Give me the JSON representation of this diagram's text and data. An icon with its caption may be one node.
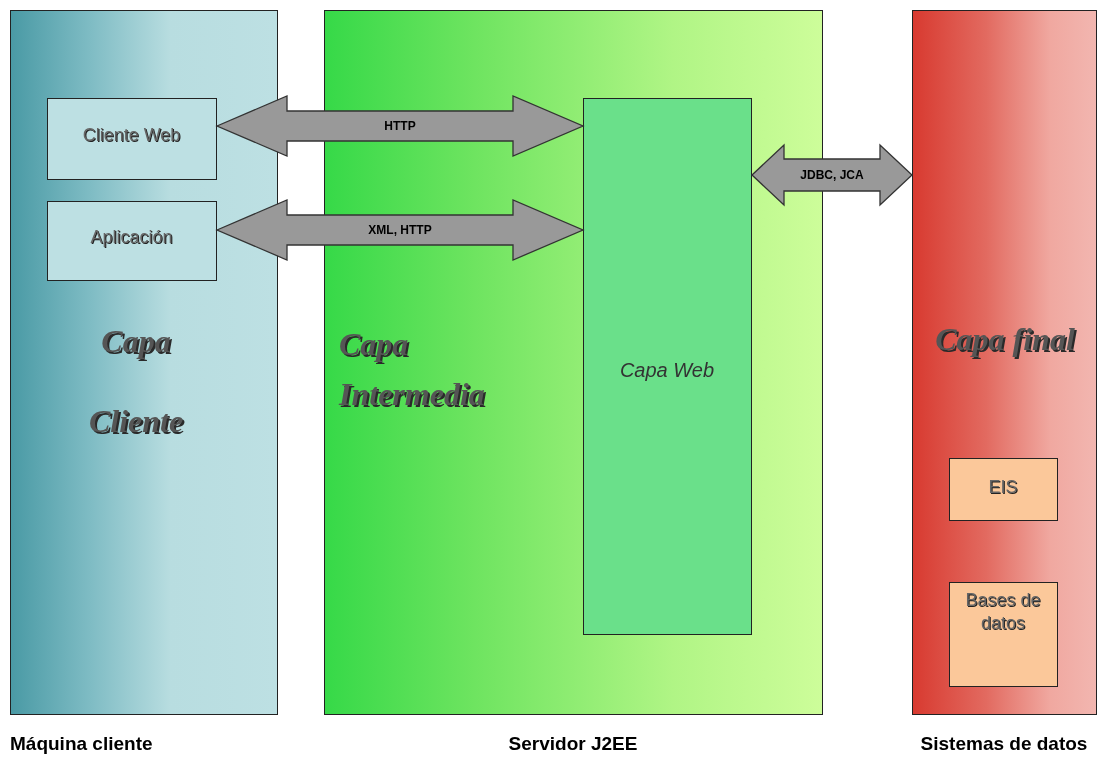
{
  "diagram": {
    "nodes": [
      {
        "text": [
          "Capa Cliente"
        ],
        "beside": [
          "Máquina cliente"
        ]
      },
      {
        "text": [
          "Cliente Web"
        ],
        "in": 0
      },
      {
        "text": [
          "Aplicación"
        ],
        "in": 0
      },
      {
        "text": [
          "Capa Intermedia"
        ],
        "beside": [
          "Servidor J2EE"
        ]
      },
      {
        "text": [
          "Capa Web"
        ],
        "in": 3
      },
      {
        "text": [
          "Capa final"
        ],
        "beside": [
          "Sistemas de datos"
        ]
      },
      {
        "text": [
          "EIS"
        ],
        "in": 5
      },
      {
        "text": [
          "Bases de datos"
        ],
        "in": 5
      }
    ],
    "edges": [
      {
        "from": 1,
        "to": 4,
        "arrow": "both",
        "label": "HTTP"
      },
      {
        "from": 2,
        "to": 4,
        "arrow": "both",
        "label": "XML, HTTP"
      },
      {
        "from": 4,
        "to": 5,
        "arrow": "both",
        "label": "JDBC, JCA"
      }
    ]
  }
}
